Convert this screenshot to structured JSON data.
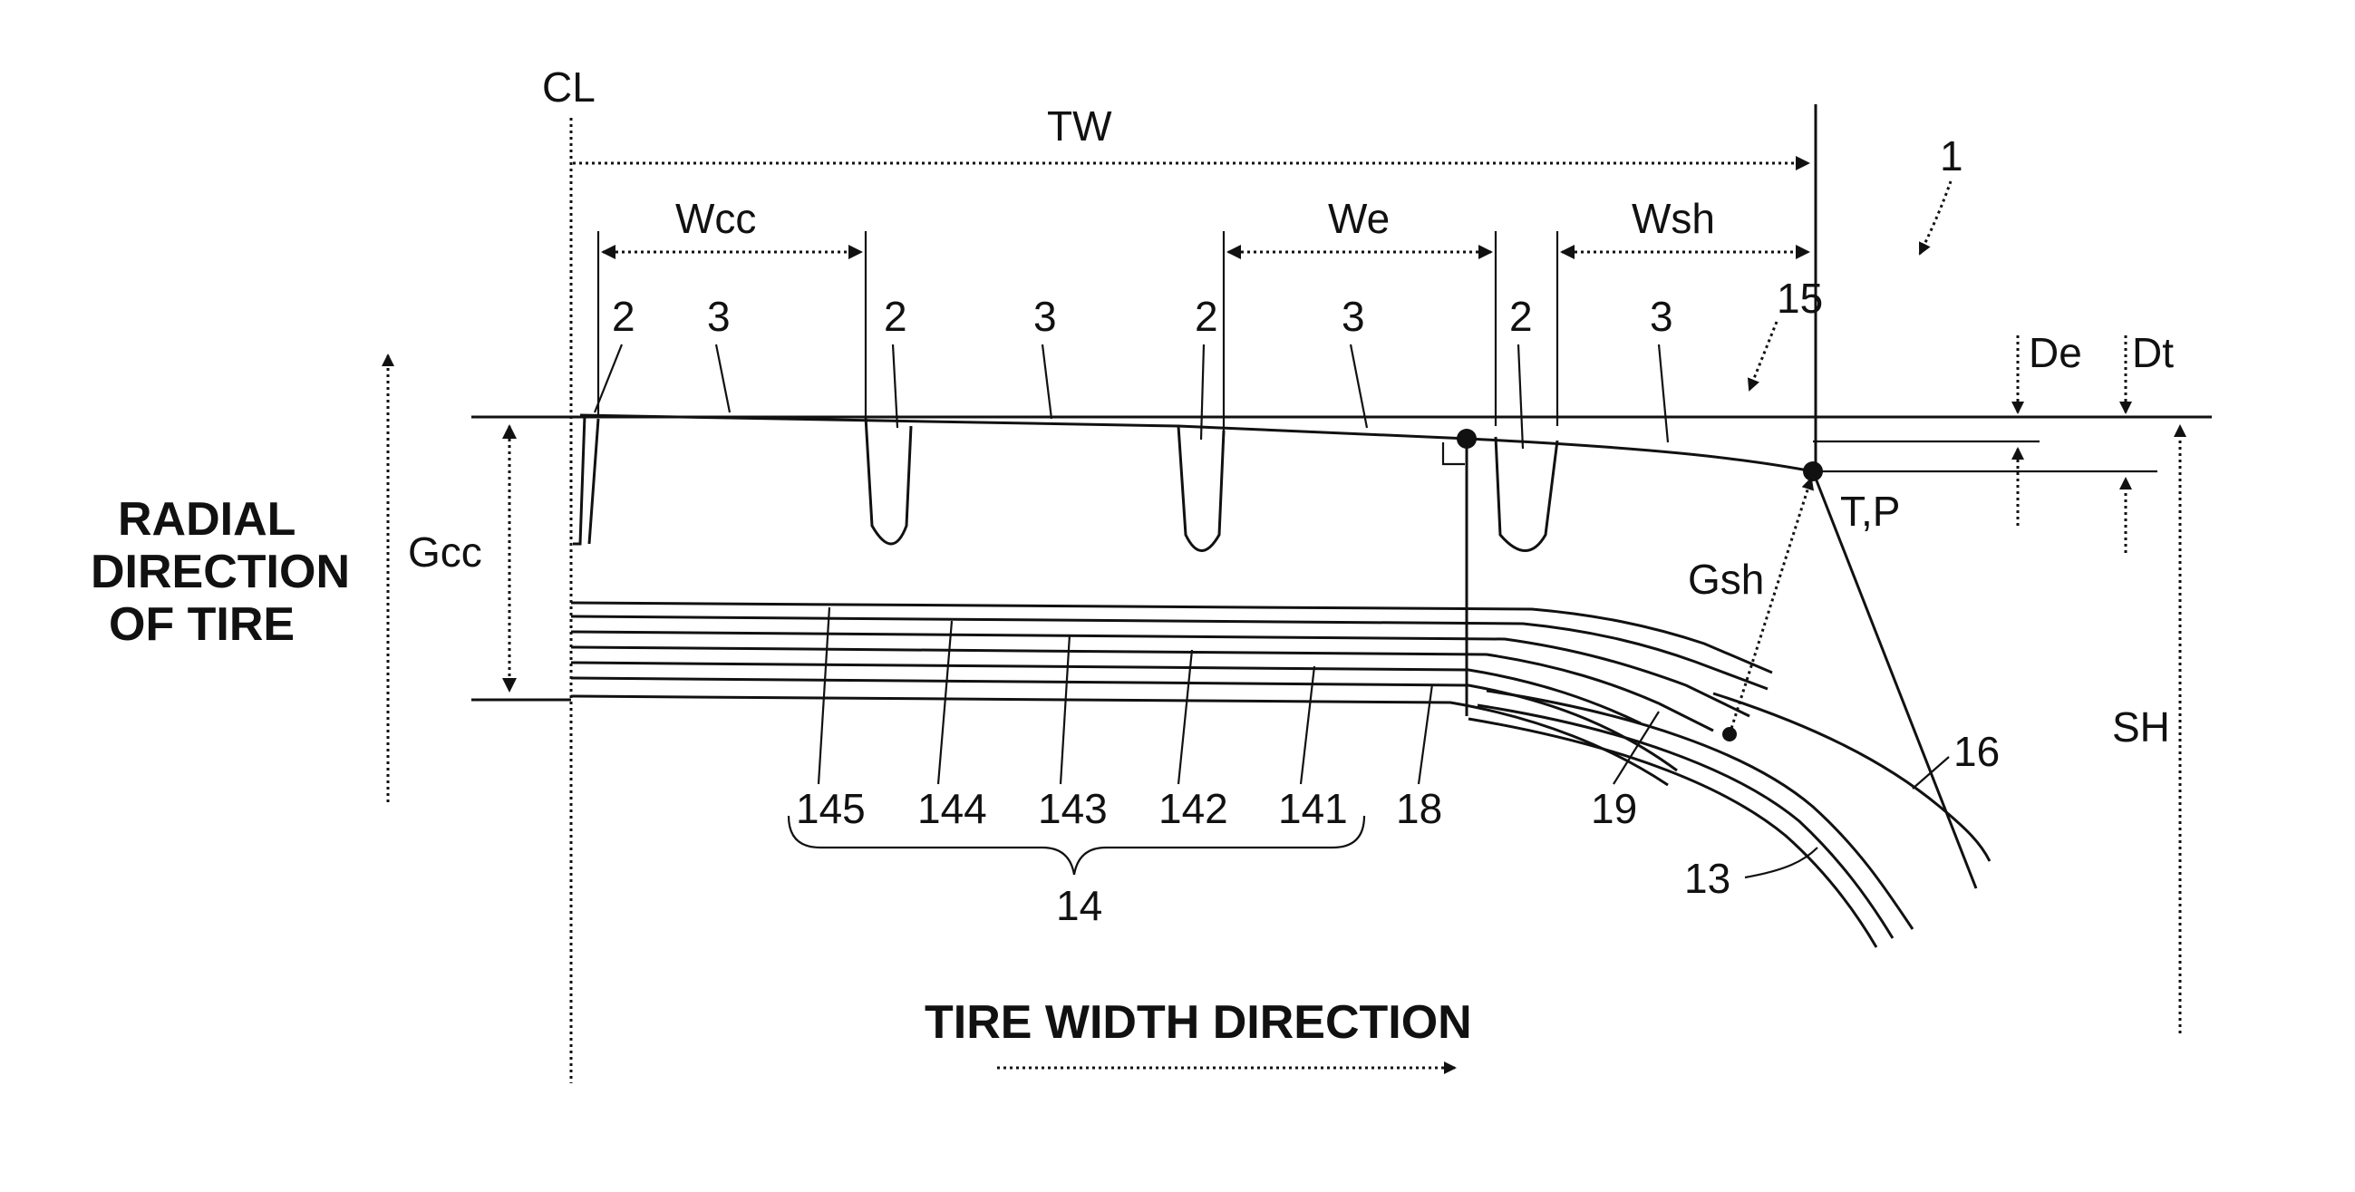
{
  "labels": {
    "cl": "CL",
    "tw": "TW",
    "wcc": "Wcc",
    "we": "We",
    "wsh": "Wsh",
    "ref_1": "1",
    "groove": "2",
    "land": "3",
    "ref_15": "15",
    "de": "De",
    "dt": "Dt",
    "tp": "T,P",
    "gcc": "Gcc",
    "gsh": "Gsh",
    "sh": "SH",
    "belt_145": "145",
    "belt_144": "144",
    "belt_143": "143",
    "belt_142": "142",
    "belt_141": "141",
    "ref_18": "18",
    "ref_19": "19",
    "ref_16": "16",
    "ref_13": "13",
    "belt_group": "14",
    "radial_line1": "RADIAL",
    "radial_line2": "DIRECTION",
    "radial_line3": "OF TIRE",
    "tire_width": "TIRE WIDTH DIRECTION"
  }
}
